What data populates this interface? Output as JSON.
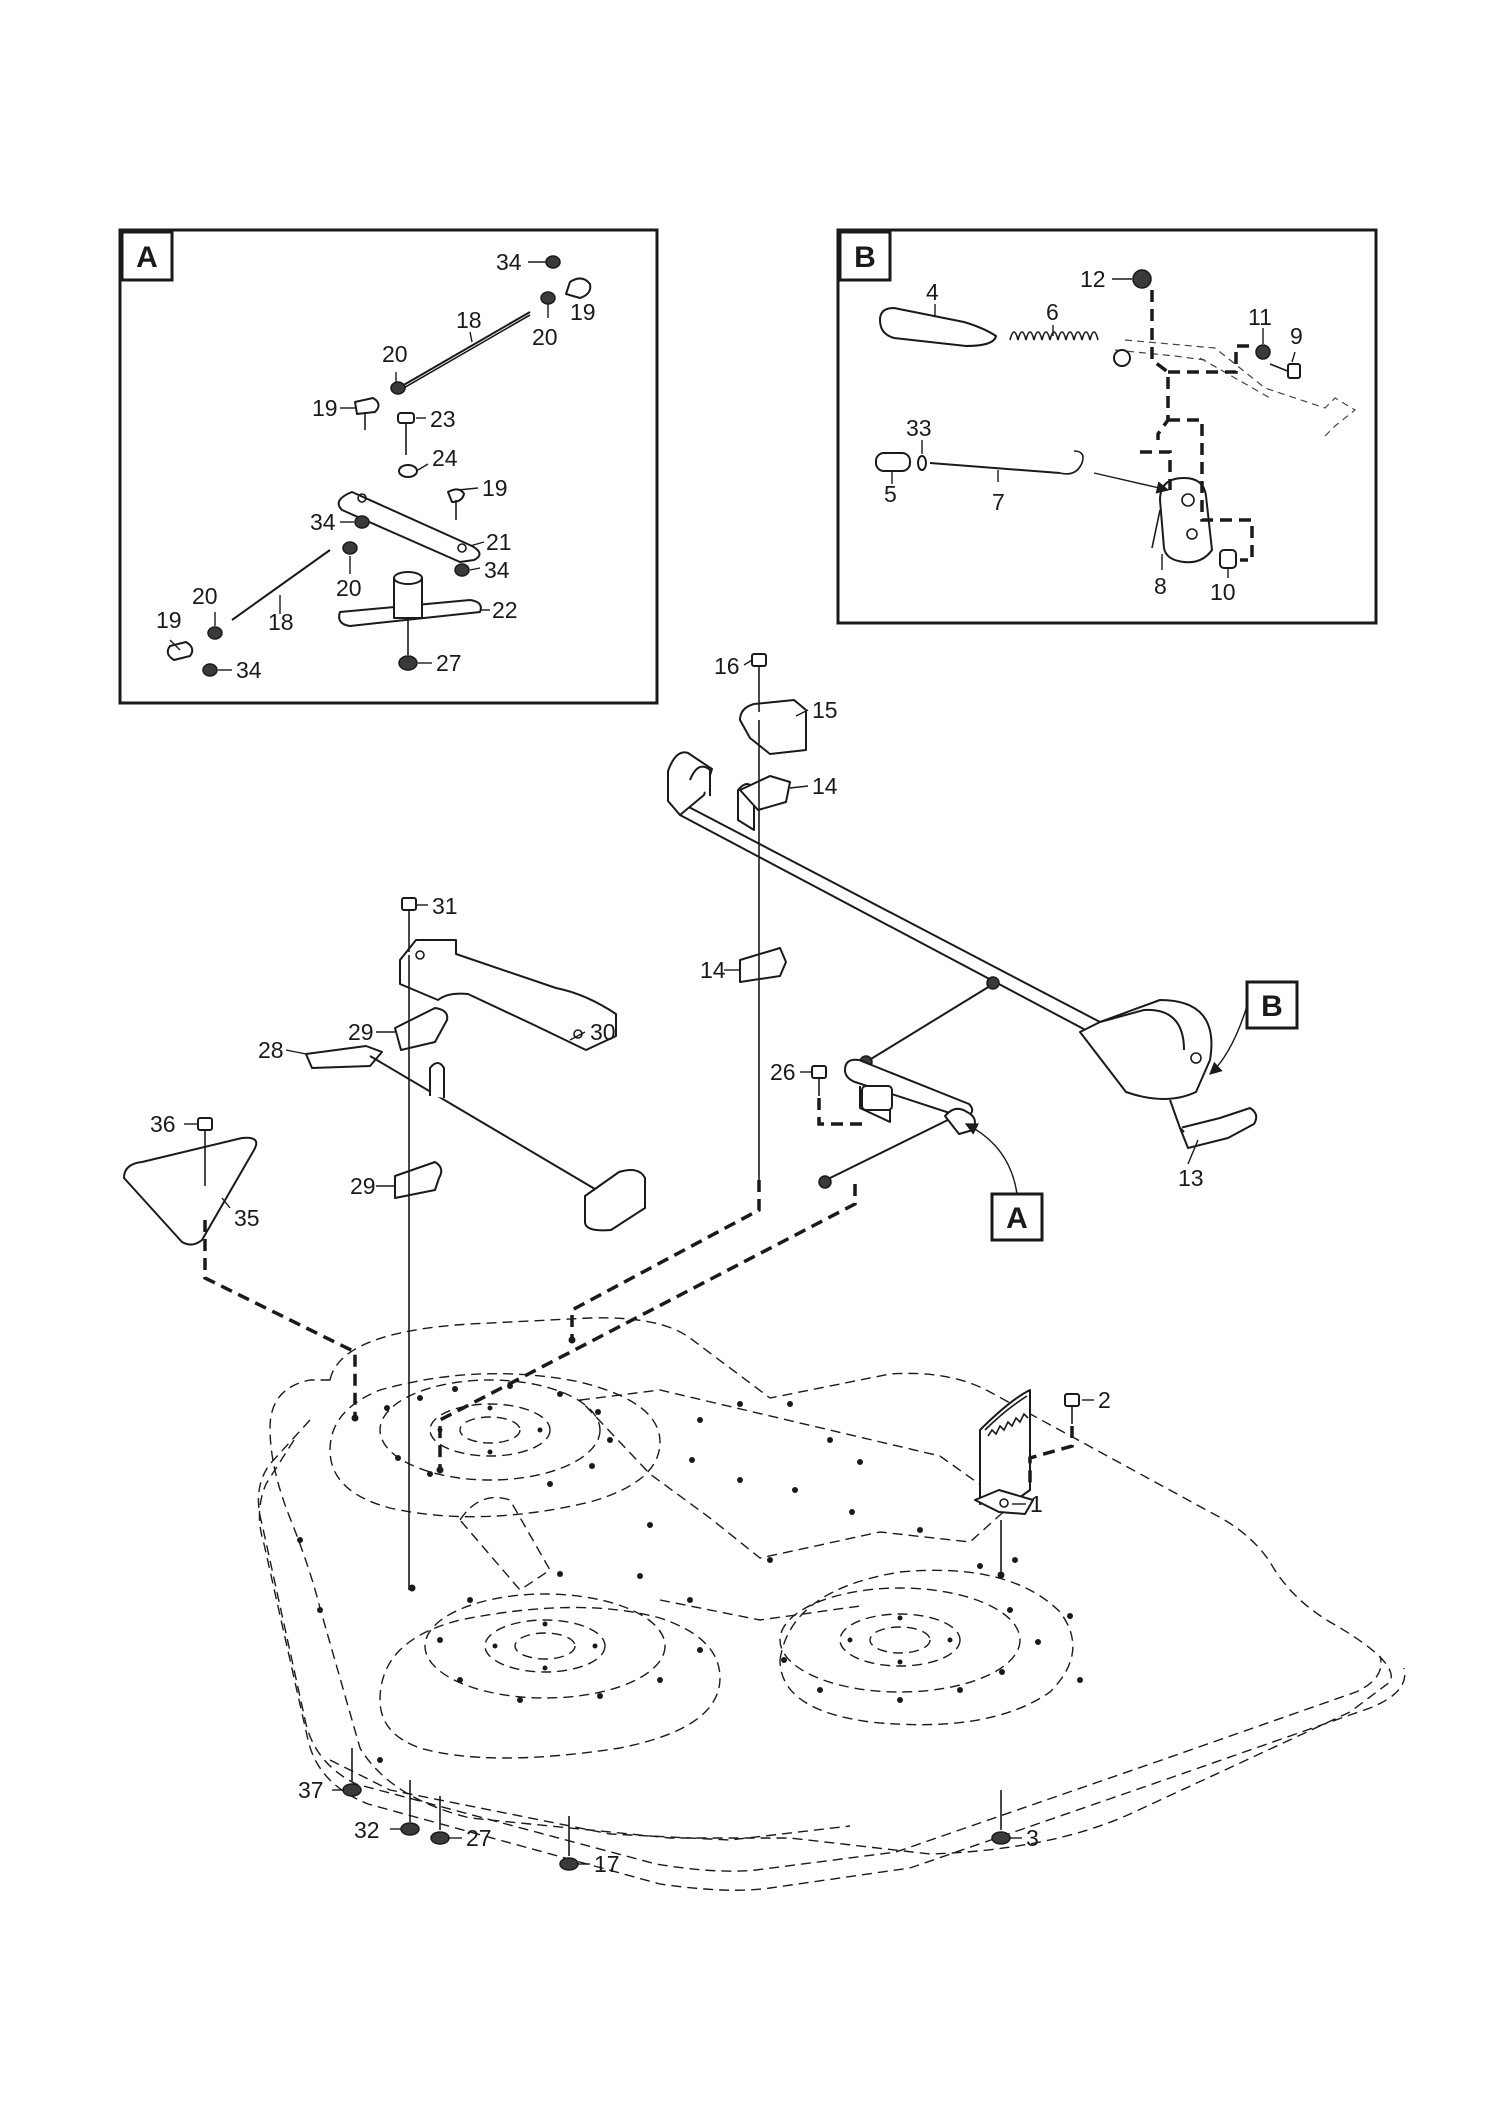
{
  "insets": [
    {
      "letter": "A"
    },
    {
      "letter": "B"
    }
  ],
  "reference_tags": [
    {
      "letter": "B"
    },
    {
      "letter": "A"
    }
  ],
  "callouts": [
    {
      "id": "c34a",
      "text": "34"
    },
    {
      "id": "c19a",
      "text": "19"
    },
    {
      "id": "c18a",
      "text": "18"
    },
    {
      "id": "c20a",
      "text": "20"
    },
    {
      "id": "c20b",
      "text": "20"
    },
    {
      "id": "c19b",
      "text": "19"
    },
    {
      "id": "c23",
      "text": "23"
    },
    {
      "id": "c24",
      "text": "24"
    },
    {
      "id": "c19c",
      "text": "19"
    },
    {
      "id": "c34b",
      "text": "34"
    },
    {
      "id": "c21",
      "text": "21"
    },
    {
      "id": "c34c",
      "text": "34"
    },
    {
      "id": "c20c",
      "text": "20"
    },
    {
      "id": "c20d",
      "text": "20"
    },
    {
      "id": "c18b",
      "text": "18"
    },
    {
      "id": "c22",
      "text": "22"
    },
    {
      "id": "c19d",
      "text": "19"
    },
    {
      "id": "c34d",
      "text": "34"
    },
    {
      "id": "c27a",
      "text": "27"
    },
    {
      "id": "c12",
      "text": "12"
    },
    {
      "id": "c4",
      "text": "4"
    },
    {
      "id": "c6",
      "text": "6"
    },
    {
      "id": "c11",
      "text": "11"
    },
    {
      "id": "c9",
      "text": "9"
    },
    {
      "id": "c33",
      "text": "33"
    },
    {
      "id": "c5",
      "text": "5"
    },
    {
      "id": "c7",
      "text": "7"
    },
    {
      "id": "c8",
      "text": "8"
    },
    {
      "id": "c10",
      "text": "10"
    },
    {
      "id": "c16",
      "text": "16"
    },
    {
      "id": "c15",
      "text": "15"
    },
    {
      "id": "c14a",
      "text": "14"
    },
    {
      "id": "c31",
      "text": "31"
    },
    {
      "id": "c14b",
      "text": "14"
    },
    {
      "id": "c29a",
      "text": "29"
    },
    {
      "id": "c30",
      "text": "30"
    },
    {
      "id": "c28",
      "text": "28"
    },
    {
      "id": "c26",
      "text": "26"
    },
    {
      "id": "c13",
      "text": "13"
    },
    {
      "id": "c36",
      "text": "36"
    },
    {
      "id": "c35",
      "text": "35"
    },
    {
      "id": "c29b",
      "text": "29"
    },
    {
      "id": "c2",
      "text": "2"
    },
    {
      "id": "c1",
      "text": "1"
    },
    {
      "id": "c37",
      "text": "37"
    },
    {
      "id": "c32",
      "text": "32"
    },
    {
      "id": "c27b",
      "text": "27"
    },
    {
      "id": "c17",
      "text": "17"
    },
    {
      "id": "c3",
      "text": "3"
    }
  ]
}
